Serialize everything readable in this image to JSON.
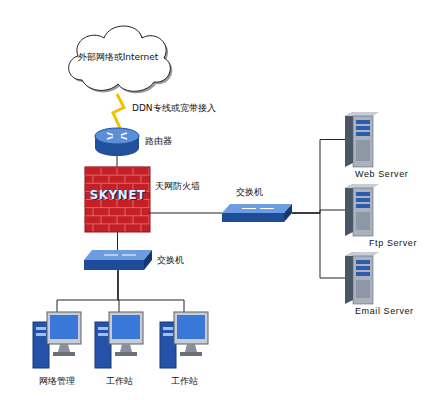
{
  "diagram": {
    "nodes": [
      {
        "text": [
          "外部网络或Internet"
        ]
      },
      {
        "text": [
          "路由器"
        ]
      },
      {
        "text": [
          "SKYNET",
          "天网防火墙"
        ]
      },
      {
        "text": [
          "交换机"
        ]
      },
      {
        "text": [
          "Web Server"
        ]
      },
      {
        "text": [
          "Ftp Server"
        ]
      },
      {
        "text": [
          "Email Server"
        ]
      },
      {
        "text": [
          "交换机"
        ]
      },
      {
        "text": [
          "网络管理"
        ]
      },
      {
        "text": [
          "工作站"
        ]
      },
      {
        "text": [
          "工作站"
        ]
      }
    ],
    "edges": [
      {
        "from": 0,
        "to": 1,
        "arrow": "none",
        "label": "DDN专线或宽带接入"
      },
      {
        "from": 1,
        "to": 2,
        "arrow": "none"
      },
      {
        "from": 2,
        "to": 3,
        "arrow": "none"
      },
      {
        "from": 3,
        "to": 4,
        "arrow": "none"
      },
      {
        "from": 3,
        "to": 5,
        "arrow": "none"
      },
      {
        "from": 3,
        "to": 6,
        "arrow": "none"
      },
      {
        "from": 2,
        "to": 7,
        "arrow": "none"
      },
      {
        "from": 7,
        "to": 8,
        "arrow": "none"
      },
      {
        "from": 7,
        "to": 9,
        "arrow": "none"
      },
      {
        "from": 7,
        "to": 10,
        "arrow": "none"
      }
    ]
  }
}
